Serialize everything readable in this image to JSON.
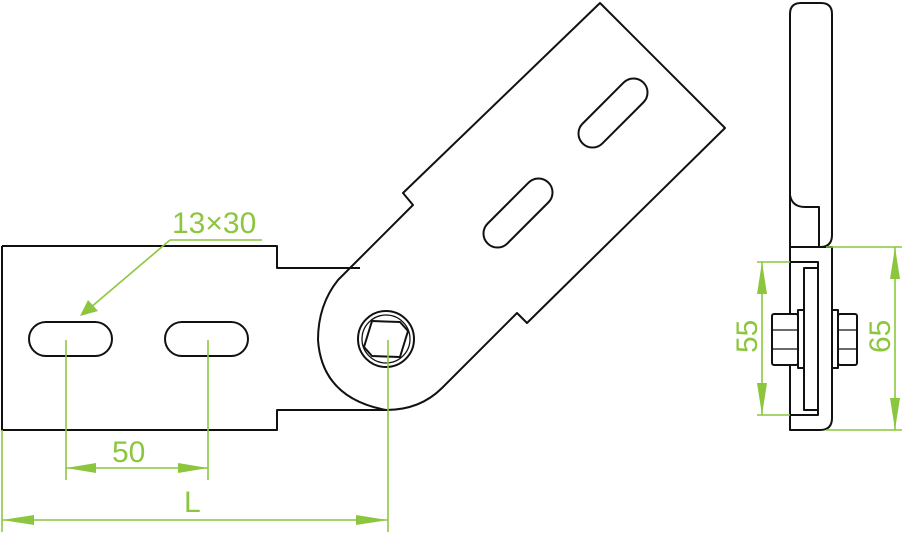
{
  "colors": {
    "outline": "#111111",
    "dimension": "#8cc63f"
  },
  "labels": {
    "slot_size": "13×30",
    "slot_spacing": "50",
    "length": "L",
    "inner_height": "55",
    "outer_height": "65"
  }
}
